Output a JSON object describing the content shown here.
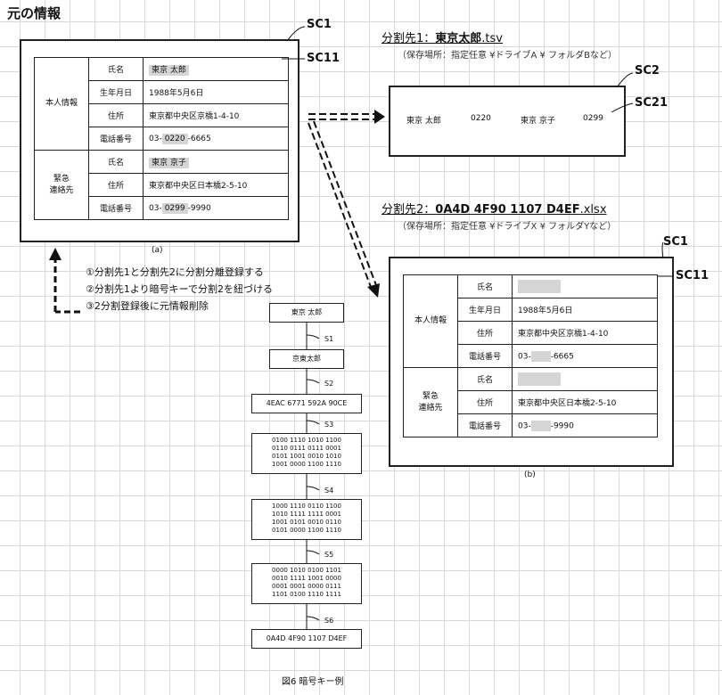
{
  "heading": "元の情報",
  "labels": {
    "sc1": "SC1",
    "sc11": "SC11",
    "sc2": "SC2",
    "sc21": "SC21"
  },
  "original_table": {
    "personal_category": "本人情報",
    "emergency_category": "緊急\n連絡先",
    "rows": [
      {
        "field": "氏名",
        "value": "東京 太郎"
      },
      {
        "field": "生年月日",
        "value": "1988年5月6日"
      },
      {
        "field": "住所",
        "value": "東京都中央区京橋1-4-10"
      },
      {
        "field": "電話番号",
        "value_prefix": "03-",
        "value_masked": "0220",
        "value_suffix": "-6665"
      },
      {
        "field": "氏名",
        "value": "東京 京子"
      },
      {
        "field": "住所",
        "value": "東京都中央区日本橋2-5-10"
      },
      {
        "field": "電話番号",
        "value_prefix": "03-",
        "value_masked": "0299",
        "value_suffix": "-9990"
      }
    ],
    "caption": "(a)"
  },
  "dest1": {
    "prefix": "分割先1：",
    "name": "東京太郎",
    "ext": ".tsv",
    "note": "（保存場所：指定任意 ¥ドライブA ¥ フォルダBなど）",
    "content": {
      "name1": "東京 太郎",
      "code1": "0220",
      "name2": "東京 京子",
      "code2": "0299"
    }
  },
  "dest2": {
    "prefix": "分割先2：",
    "name": "0A4D 4F90 1107 D4EF",
    "ext": ".xlsx",
    "note": "（保存場所：指定任意 ¥ドライブX ¥ フォルダYなど）"
  },
  "result_table": {
    "personal_category": "本人情報",
    "emergency_category": "緊急\n連絡先",
    "rows": [
      {
        "field": "氏名"
      },
      {
        "field": "生年月日",
        "value": "1988年5月6日"
      },
      {
        "field": "住所",
        "value": "東京都中央区京橋1-4-10"
      },
      {
        "field": "電話番号",
        "value_prefix": "03-",
        "value_suffix": "-6665"
      },
      {
        "field": "氏名"
      },
      {
        "field": "住所",
        "value": "東京都中央区日本橋2-5-10"
      },
      {
        "field": "電話番号",
        "value_prefix": "03-",
        "value_suffix": "-9990"
      }
    ],
    "caption": "(b)"
  },
  "steps": [
    "①分割先1と分割先2に分割分離登録する",
    "②分割先1より暗号キーで分割2を紐づける",
    "③2分割登録後に元情報削除"
  ],
  "flow": {
    "boxes": [
      "東京 太郎",
      "京東太郎",
      "4EAC 6771 592A 90CE",
      "0100 1110 1010 1100\n0110 0111 0111 0001\n0101 1001 0010 1010\n1001 0000 1100 1110",
      "1000 1110 0110 1100\n1010 1111 1111 0001\n1001 0101 0010 0110\n0101 0000 1100 1110",
      "0000 1010 0100 1101\n0010 1111 1001 0000\n0001 0001 0000 0111\n1101 0100 1110 1111",
      "0A4D 4F90 1107 D4EF"
    ],
    "step_labels": [
      "S1",
      "S2",
      "S3",
      "S4",
      "S5",
      "S6"
    ],
    "caption": "図6 暗号キー例"
  }
}
